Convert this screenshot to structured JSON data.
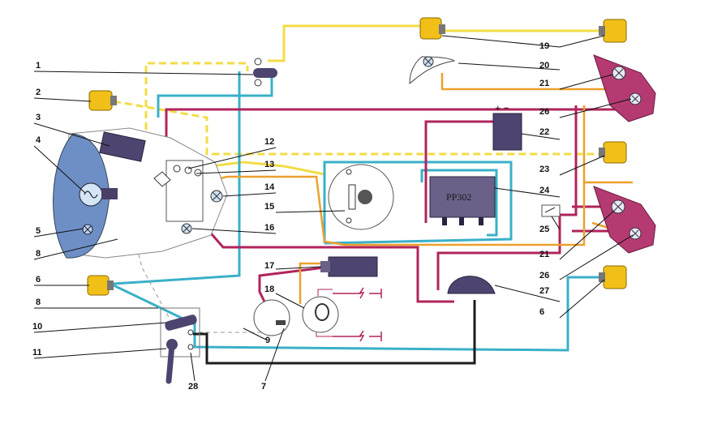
{
  "regulator_label": "РР302",
  "callouts": {
    "c1": "1",
    "c2": "2",
    "c3": "3",
    "c4": "4",
    "c5": "5",
    "c8a": "8",
    "c6a": "6",
    "c8b": "8",
    "c10": "10",
    "c11": "11",
    "c28": "28",
    "c7": "7",
    "c9": "9",
    "c18": "18",
    "c17": "17",
    "c12": "12",
    "c13": "13",
    "c14": "14",
    "c15": "15",
    "c16": "16",
    "c19": "19",
    "c20": "20",
    "c21a": "21",
    "c26a": "26",
    "c22": "22",
    "c23": "23",
    "c24": "24",
    "c25": "25",
    "c21b": "21",
    "c26b": "26",
    "c27": "27",
    "c6b": "6"
  },
  "colors": {
    "wire_yellow": "#f3dc45",
    "wire_blue": "#3ab0c8",
    "wire_red": "#b0245c",
    "wire_orange": "#eba02c",
    "wire_black": "#1d1d1d",
    "lamp_amber": "#f0c019",
    "tail_light_magenta": "#b53a72",
    "component_purple": "#5a4e7a"
  }
}
